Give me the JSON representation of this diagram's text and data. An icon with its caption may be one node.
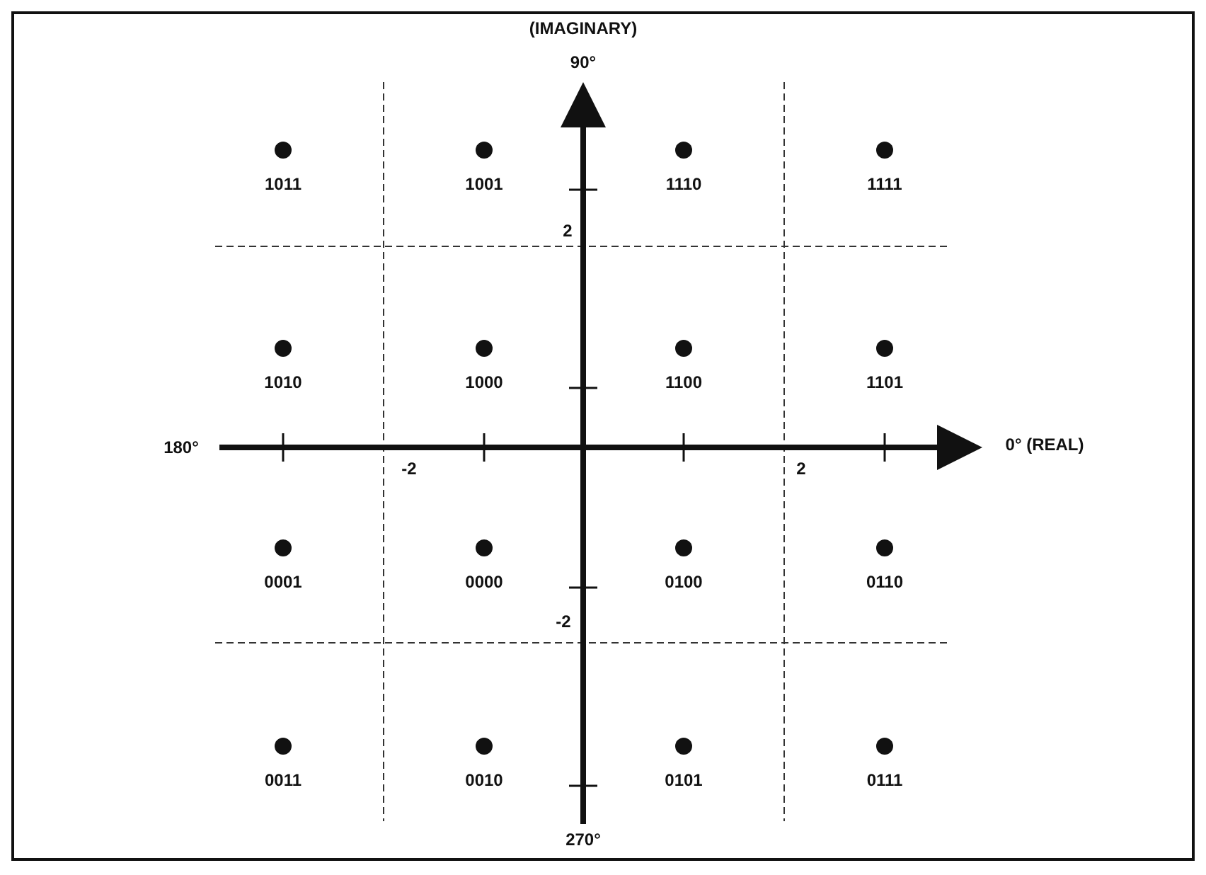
{
  "diagram": {
    "labels": [
      "(IMAGINARY)",
      "90°",
      "1011",
      "1001",
      "1110",
      "1111",
      "2",
      "1010",
      "1000",
      "1100",
      "1101",
      "180°",
      "-2",
      "2",
      "0° (REAL)",
      "0001",
      "0000",
      "0100",
      "0110",
      "-2",
      "0011",
      "0010",
      "0101",
      "0111",
      "270°"
    ]
  }
}
